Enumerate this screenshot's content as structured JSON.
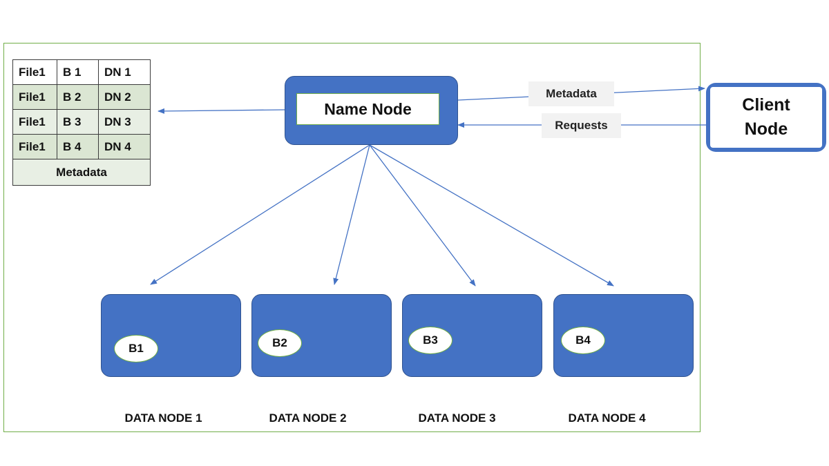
{
  "metadata_table": {
    "rows": [
      [
        "File1",
        "B 1",
        "DN 1"
      ],
      [
        "File1",
        "B 2",
        "DN 2"
      ],
      [
        "File1",
        "B 3",
        "DN 3"
      ],
      [
        "File1",
        "B 4",
        "DN 4"
      ]
    ],
    "footer": "Metadata"
  },
  "name_node": {
    "label": "Name Node"
  },
  "client_node": {
    "line1": "Client",
    "line2": "Node"
  },
  "edges": {
    "metadata_label": "Metadata",
    "requests_label": "Requests"
  },
  "data_nodes": [
    {
      "label": "DATA NODE 1",
      "block": "B1"
    },
    {
      "label": "DATA NODE 2",
      "block": "B2"
    },
    {
      "label": "DATA NODE 3",
      "block": "B3"
    },
    {
      "label": "DATA NODE 4",
      "block": "B4"
    }
  ],
  "colors": {
    "node_blue": "#4472c4",
    "frame_green": "#70ad47",
    "arrow": "#4472c4"
  }
}
